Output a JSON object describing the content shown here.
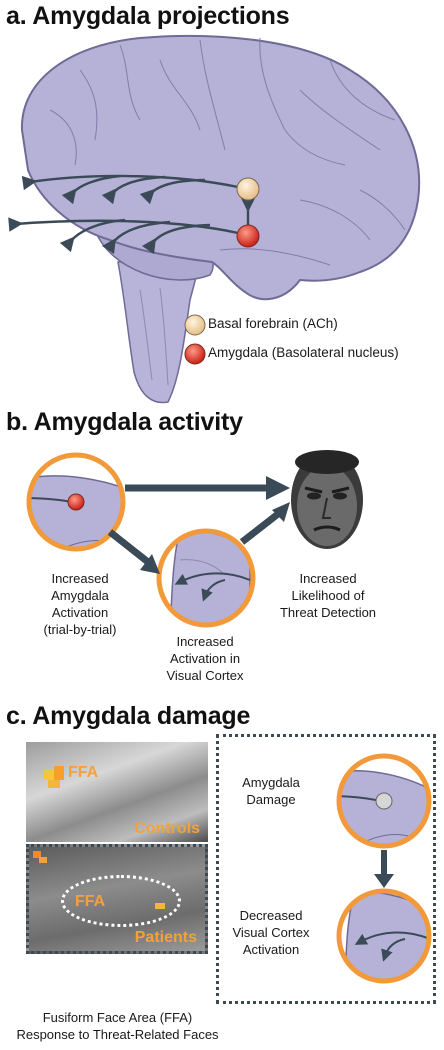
{
  "panel_a": {
    "title": "a. Amygdala projections",
    "legend": [
      {
        "label": "Basal forebrain (ACh)",
        "color": "#f1d2a4"
      },
      {
        "label": "Amygdala (Basolateral nucleus)",
        "color": "#e2342a"
      }
    ]
  },
  "panel_b": {
    "title": "b. Amygdala activity",
    "label_amygdala": [
      "Increased",
      "Amygdala",
      "Activation",
      "(trial-by-trial)"
    ],
    "label_visual": [
      "Increased",
      "Activation in",
      "Visual Cortex"
    ],
    "label_threat": [
      "Increased",
      "Likelihood of",
      "Threat Detection"
    ]
  },
  "panel_c": {
    "title": "c. Amygdala damage",
    "ffa_label": "FFA",
    "controls_label": "Controls",
    "patients_label": "Patients",
    "caption": [
      "Fusiform Face Area (FFA)",
      "Response to Threat-Related Faces"
    ],
    "damage_label": [
      "Amygdala",
      "Damage"
    ],
    "decreased_label": [
      "Decreased",
      "Visual Cortex",
      "Activation"
    ]
  },
  "colors": {
    "brain_fill": "#b6b1d6",
    "brain_stroke": "#6f6a96",
    "arrow": "#3a4a57",
    "ring": "#f2993a",
    "basal": "#f1d2a4",
    "amygdala": "#e2342a"
  }
}
